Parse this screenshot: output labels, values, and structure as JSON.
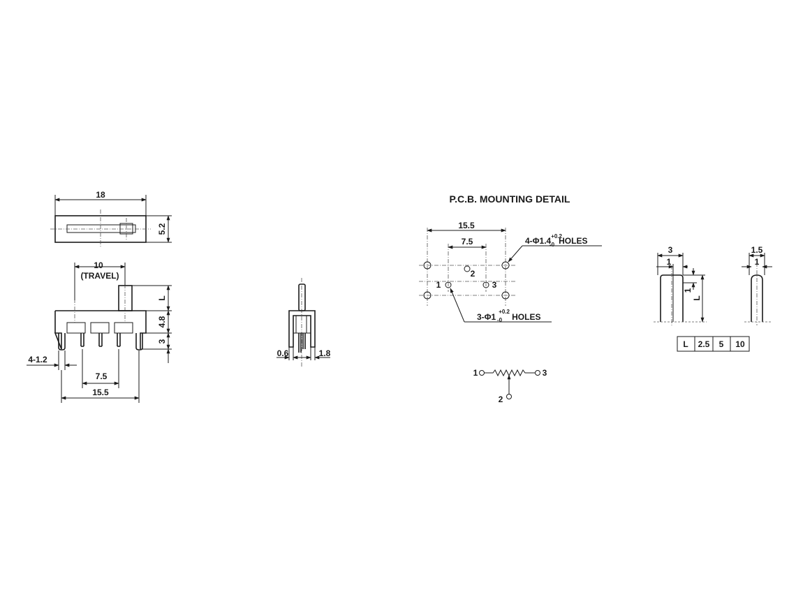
{
  "top_view": {
    "width_dim": "18",
    "height_dim": "5.2"
  },
  "front_view": {
    "travel_dim": "10",
    "travel_label": "(TRAVEL)",
    "actuator_dim": "L",
    "body_dim": "4.8",
    "pin_dim": "3",
    "pin_width_dim": "4-1.2",
    "pitch_dim": "7.5",
    "span_dim": "15.5"
  },
  "side_view": {
    "pin_thickness_dim": "0.6",
    "pin_offset_dim": "1.8"
  },
  "pcb": {
    "title": "P.C.B. MOUNTING DETAIL",
    "span_dim": "15.5",
    "pitch_dim": "7.5",
    "mount_holes_prefix": "4-Φ1.4",
    "mount_holes_tol_upper": "+0.2",
    "mount_holes_tol_lower": "-0",
    "mount_holes_suffix": "HOLES",
    "term_holes_prefix": "3-Φ1",
    "term_holes_tol_upper": "+0.2",
    "term_holes_tol_lower": "-0",
    "term_holes_suffix": "HOLES",
    "pin_1": "1",
    "pin_2": "2",
    "pin_3": "3"
  },
  "schematic": {
    "pin_1": "1",
    "pin_2": "2",
    "pin_3": "3"
  },
  "actuator_detail": {
    "left_width_dim": "3",
    "left_inner_dim": "1",
    "left_step_dim": "1",
    "left_length_dim": "L",
    "right_width_dim": "1.5",
    "right_inner_dim": "1"
  },
  "length_table": {
    "header": "L",
    "values": [
      "2.5",
      "5",
      "10"
    ]
  }
}
